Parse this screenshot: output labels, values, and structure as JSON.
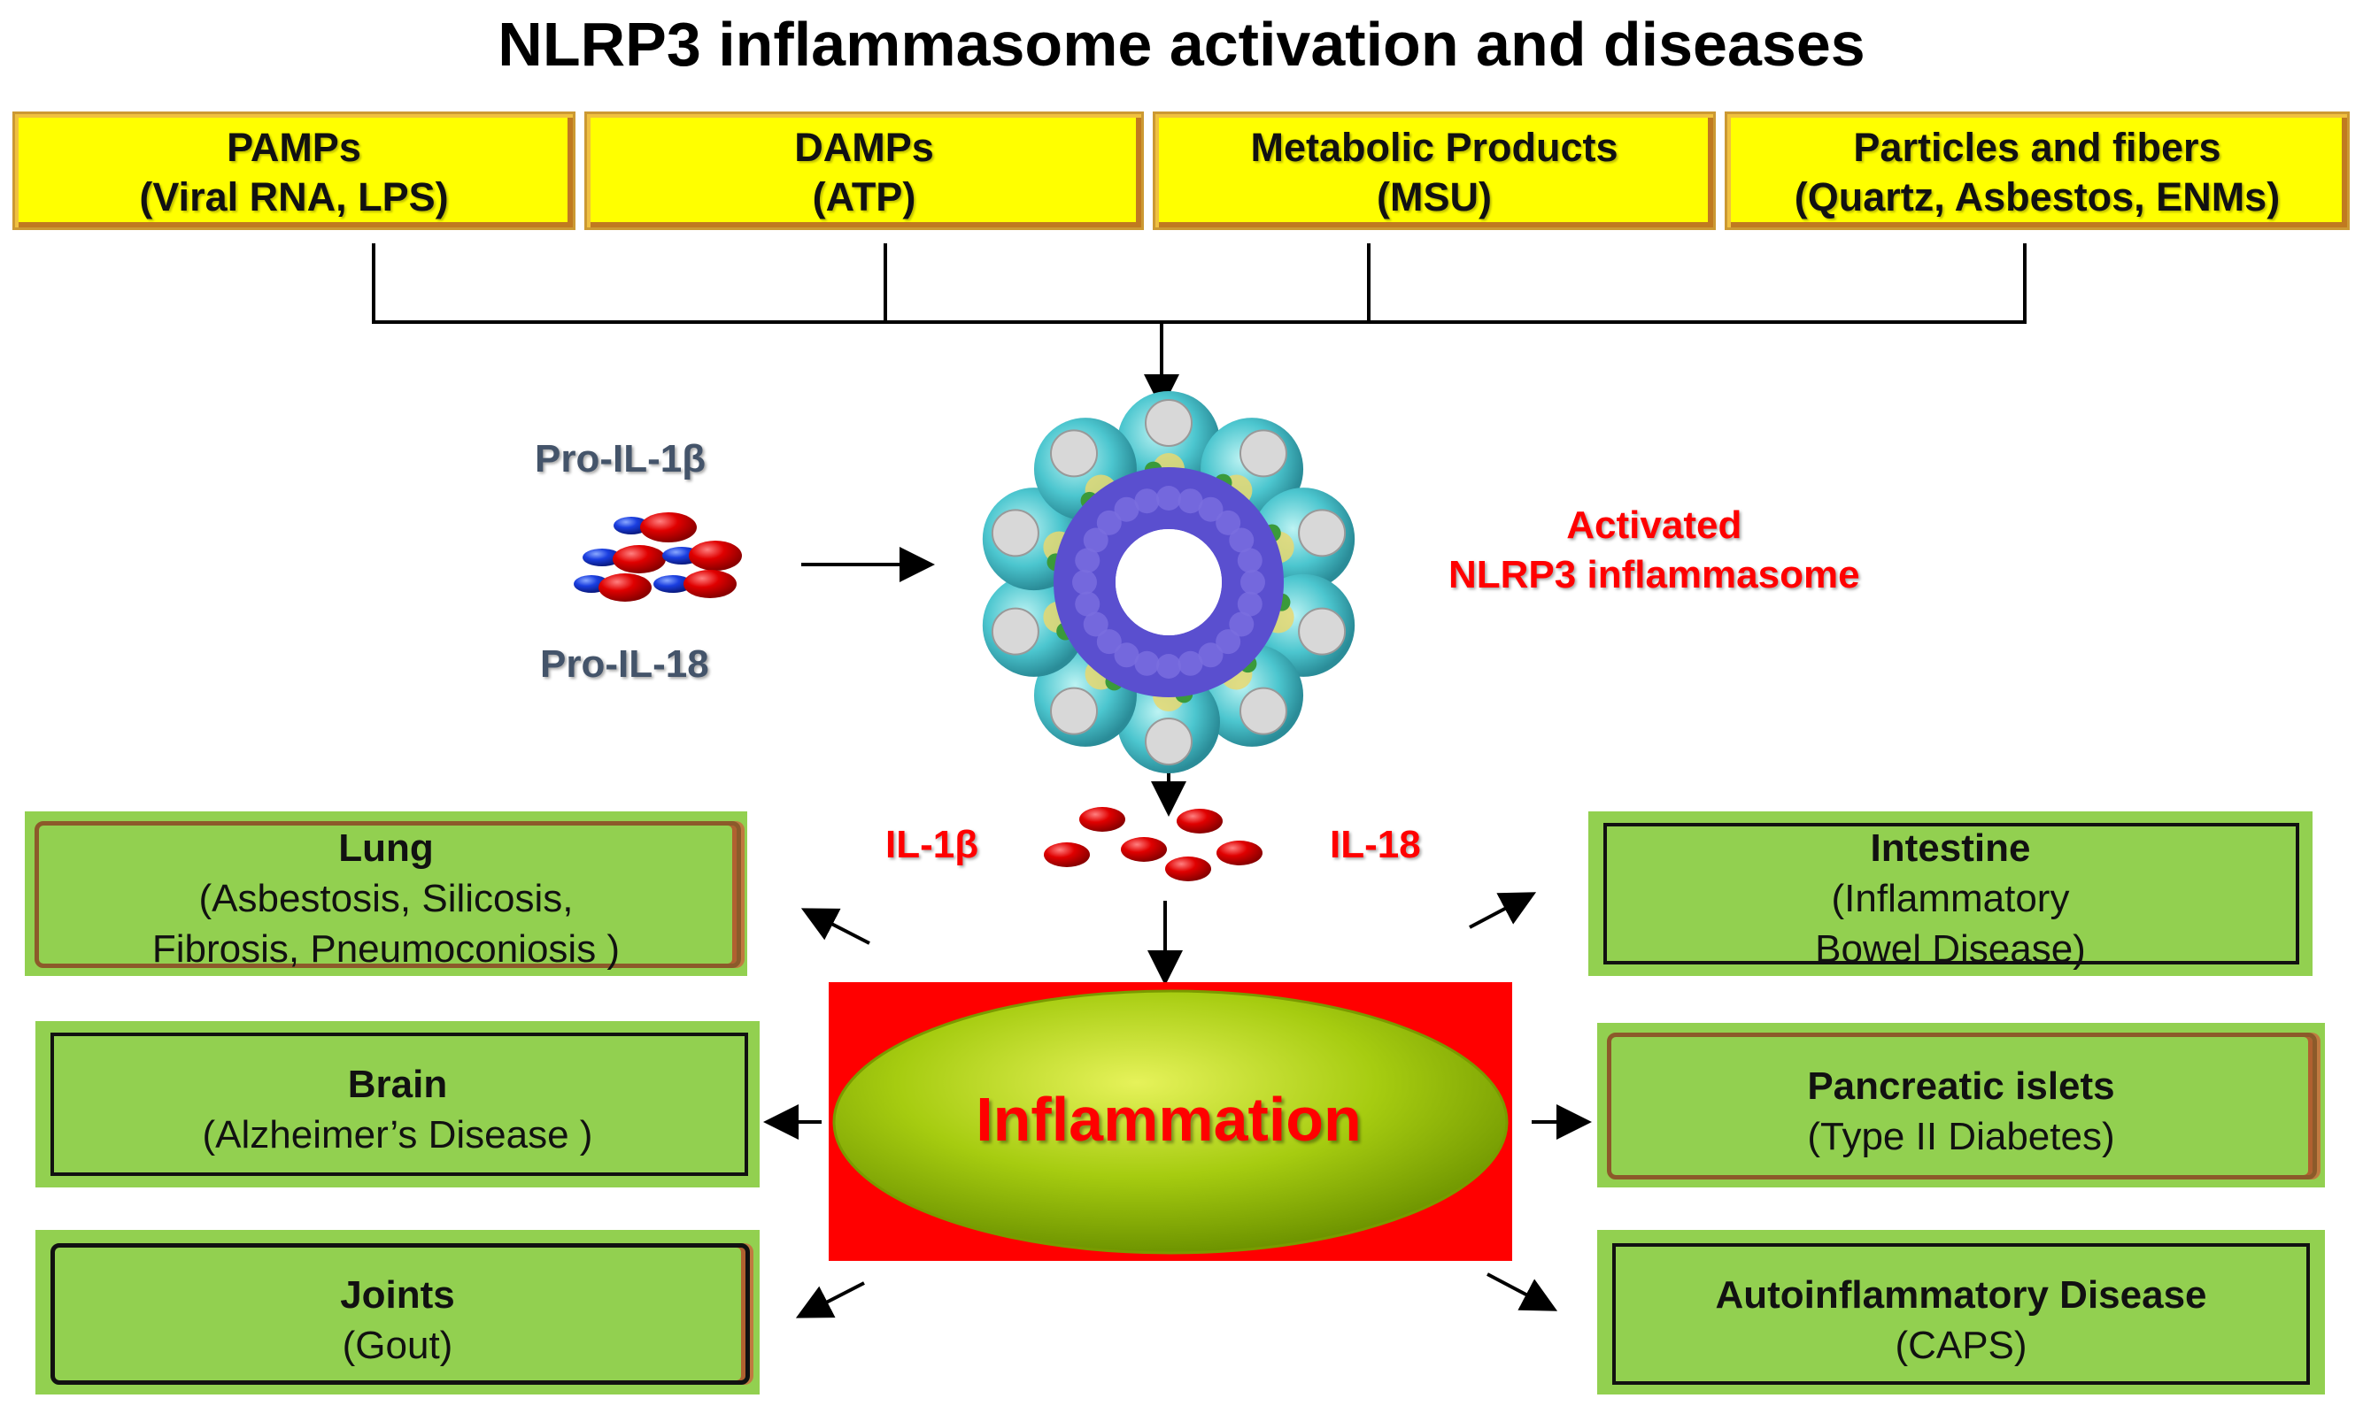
{
  "title": "NLRP3 inflammasome activation and diseases",
  "triggers": [
    {
      "name": "PAMPs",
      "detail": "(Viral RNA, LPS)"
    },
    {
      "name": "DAMPs",
      "detail": "(ATP)"
    },
    {
      "name": "Metabolic Products",
      "detail": "(MSU)"
    },
    {
      "name": "Particles and fibers",
      "detail": "(Quartz, Asbestos, ENMs)"
    }
  ],
  "precursors": {
    "top": "Pro-IL-1β",
    "bottom": "Pro-IL-18"
  },
  "inflammasome": {
    "line1": "Activated",
    "line2": "NLRP3 inflammasome"
  },
  "cytokines": {
    "left": "IL-1β",
    "right": "IL-18"
  },
  "center": "Inflammation",
  "diseases": {
    "lung": {
      "organ": "Lung",
      "line1": "(Asbestosis, Silicosis,",
      "line2": "Fibrosis, Pneumoconiosis )"
    },
    "brain": {
      "organ": "Brain",
      "line1": "(Alzheimer’s Disease )"
    },
    "joints": {
      "organ": "Joints",
      "line1": "(Gout)"
    },
    "intestine": {
      "organ": "Intestine",
      "line1": "(Inflammatory",
      "line2": "Bowel Disease)"
    },
    "pancreas": {
      "organ": "Pancreatic islets",
      "line1": "(Type II Diabetes)"
    },
    "auto": {
      "organ": "Autoinflammatory Disease",
      "line1": "(CAPS)"
    }
  },
  "colors": {
    "trigger_fill": "#ffff00",
    "disease_fill": "#92d050",
    "center_fill": "#ff0000",
    "ellipse_fill": "#99cc00",
    "red_text": "#ff0000",
    "precursor_text": "#44546a"
  }
}
